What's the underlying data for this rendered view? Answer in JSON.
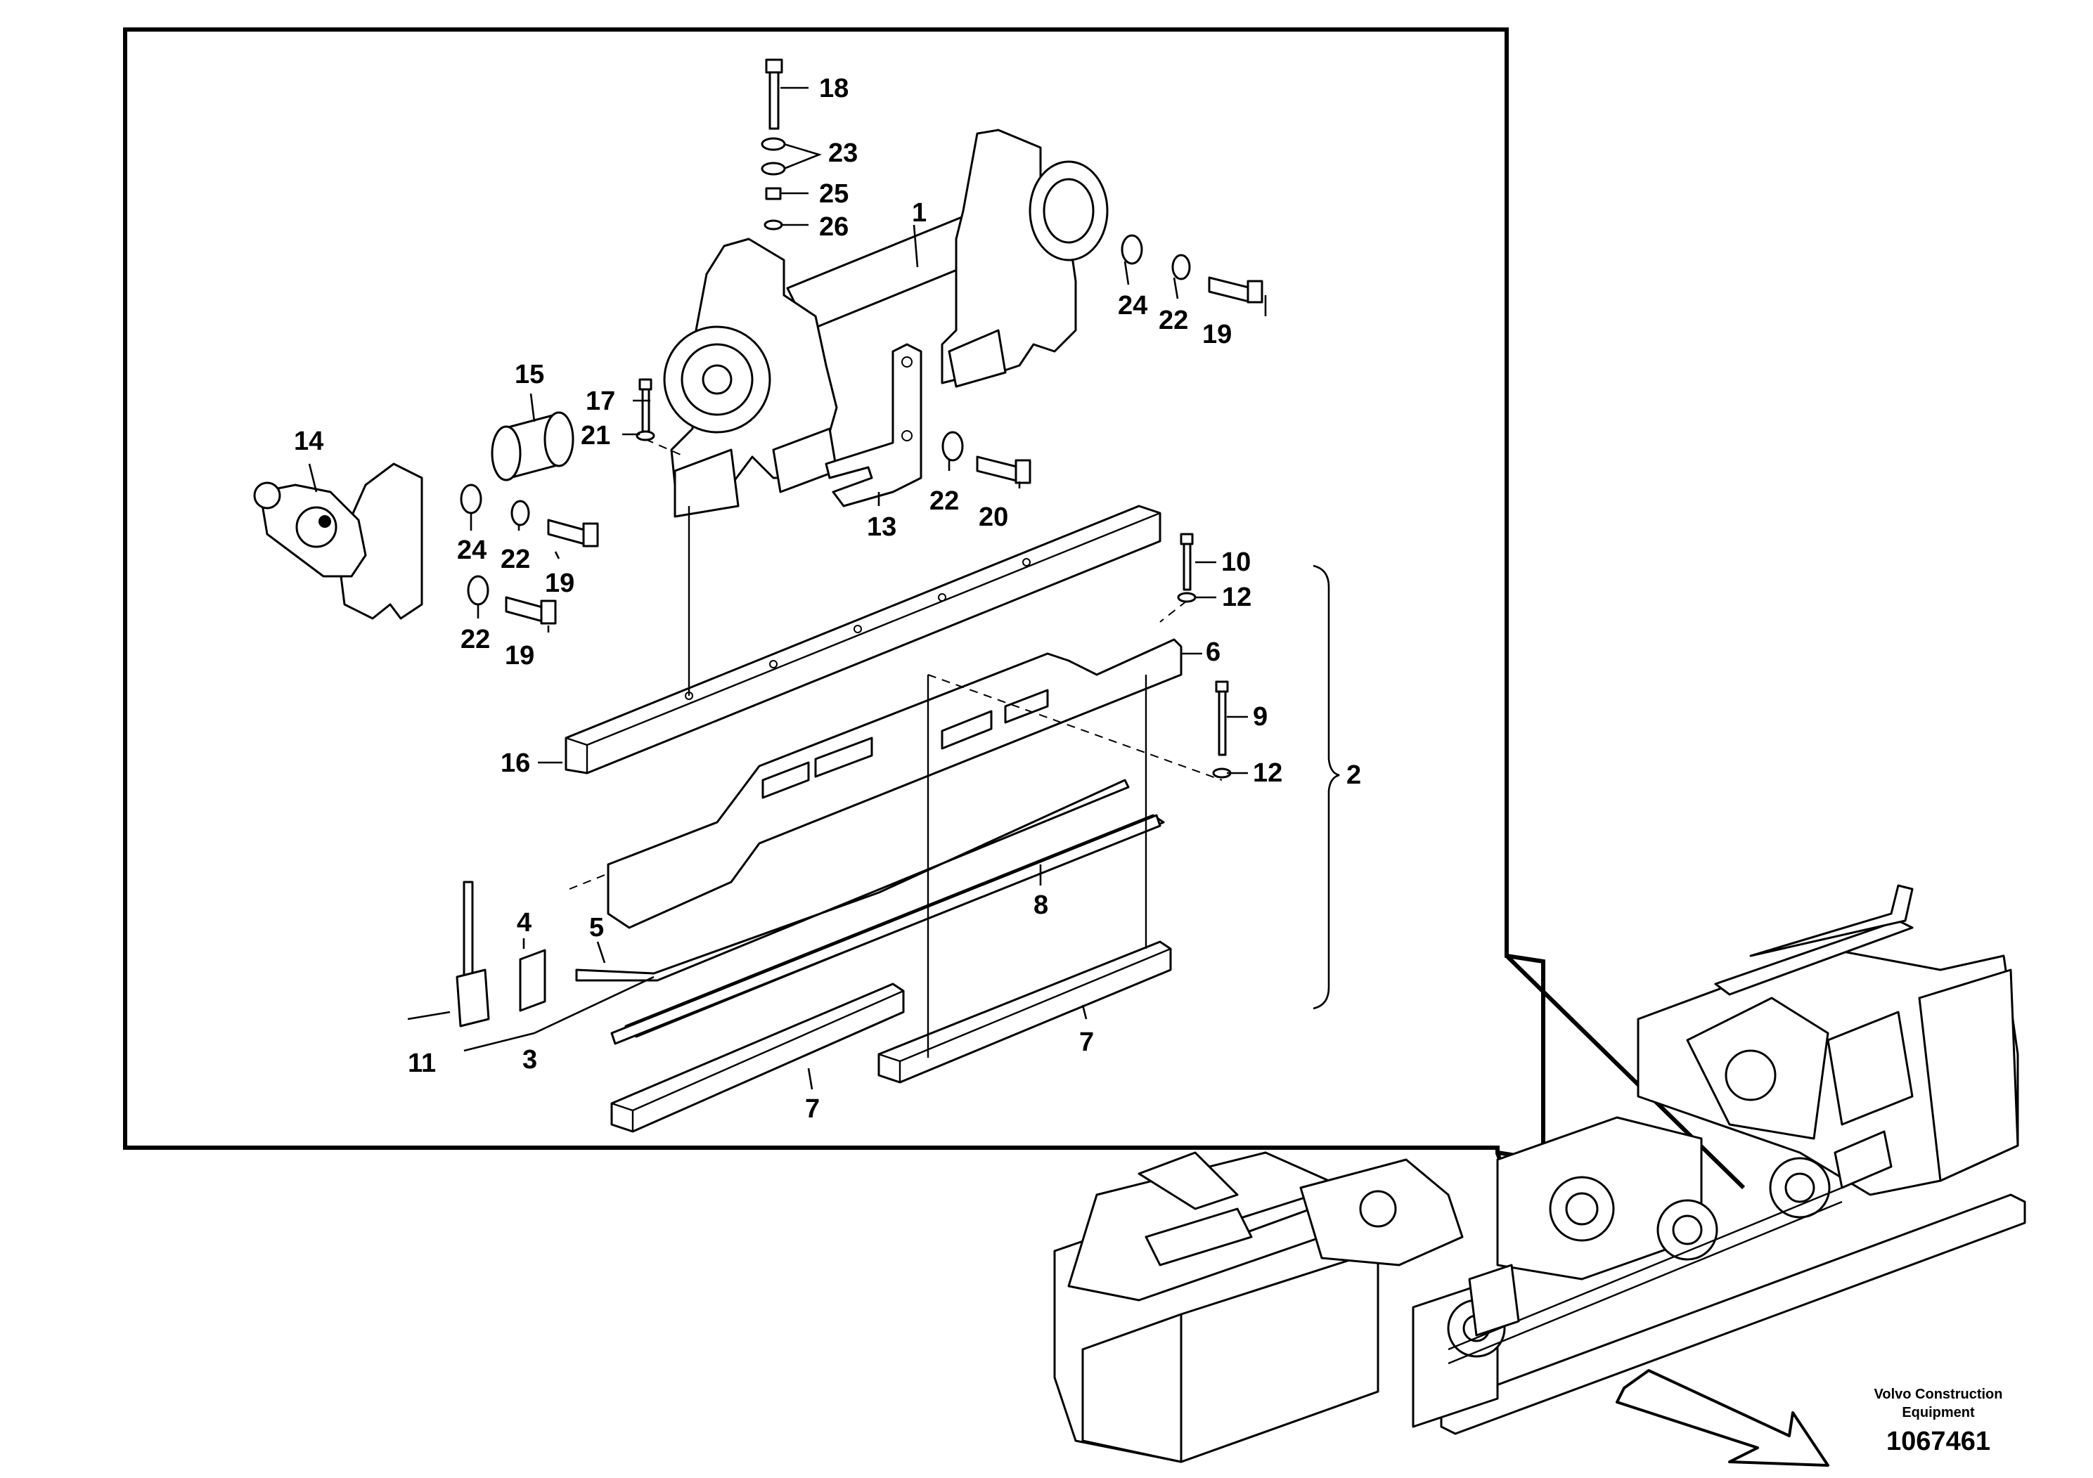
{
  "labels": {
    "l1": "1",
    "l2": "2",
    "l3": "3",
    "l4": "4",
    "l5": "5",
    "l6": "6",
    "l7a": "7",
    "l7b": "7",
    "l8": "8",
    "l9": "9",
    "l10": "10",
    "l11": "11",
    "l12a": "12",
    "l12b": "12",
    "l13": "13",
    "l14": "14",
    "l15": "15",
    "l16": "16",
    "l17": "17",
    "l18": "18",
    "l19a": "19",
    "l19b": "19",
    "l19c": "19",
    "l20": "20",
    "l21": "21",
    "l22a": "22",
    "l22b": "22",
    "l22c": "22",
    "l22d": "22",
    "l23": "23",
    "l24a": "24",
    "l24b": "24",
    "l25": "25",
    "l26": "26"
  },
  "footer": {
    "company_line1": "Volvo Construction",
    "company_line2": "Equipment",
    "doc_number": "1067461"
  }
}
